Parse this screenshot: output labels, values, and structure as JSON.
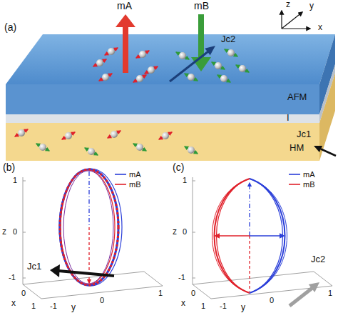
{
  "diagram": {
    "nodes": [
      {
        "text": [
          "AFM"
        ]
      },
      {
        "text": [
          "I"
        ]
      },
      {
        "text": [
          "HM"
        ]
      }
    ],
    "labels": [
      "(a)",
      "mA",
      "mB",
      "z",
      "y",
      "x",
      "Jc2",
      "Jc1",
      "(b)",
      "z",
      "1",
      "0",
      "-1",
      "x",
      "0",
      "1",
      "-1",
      "y",
      "0",
      "1",
      "Jc1",
      "(c)",
      "z",
      "1",
      "0",
      "-1",
      "x",
      "0",
      "1",
      "-1",
      "y",
      "0",
      "1",
      "Jc2"
    ],
    "legend": [
      {
        "text": "mA"
      },
      {
        "text": "mB"
      },
      {
        "text": "mA"
      },
      {
        "text": "mB"
      }
    ]
  }
}
